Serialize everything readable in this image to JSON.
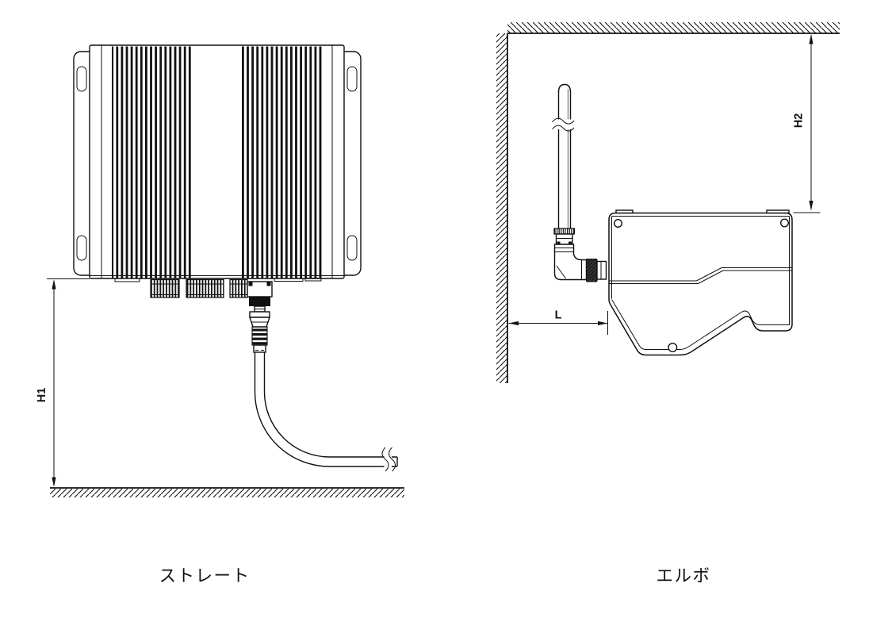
{
  "page": {
    "background_color": "#ffffff",
    "line_color": "#111111"
  },
  "figures": {
    "straight": {
      "caption": "ストレート",
      "dimension_labels": {
        "height": "H1"
      }
    },
    "elbow": {
      "caption": "エルボ",
      "dimension_labels": {
        "height": "H2",
        "wall_offset": "L"
      }
    }
  }
}
